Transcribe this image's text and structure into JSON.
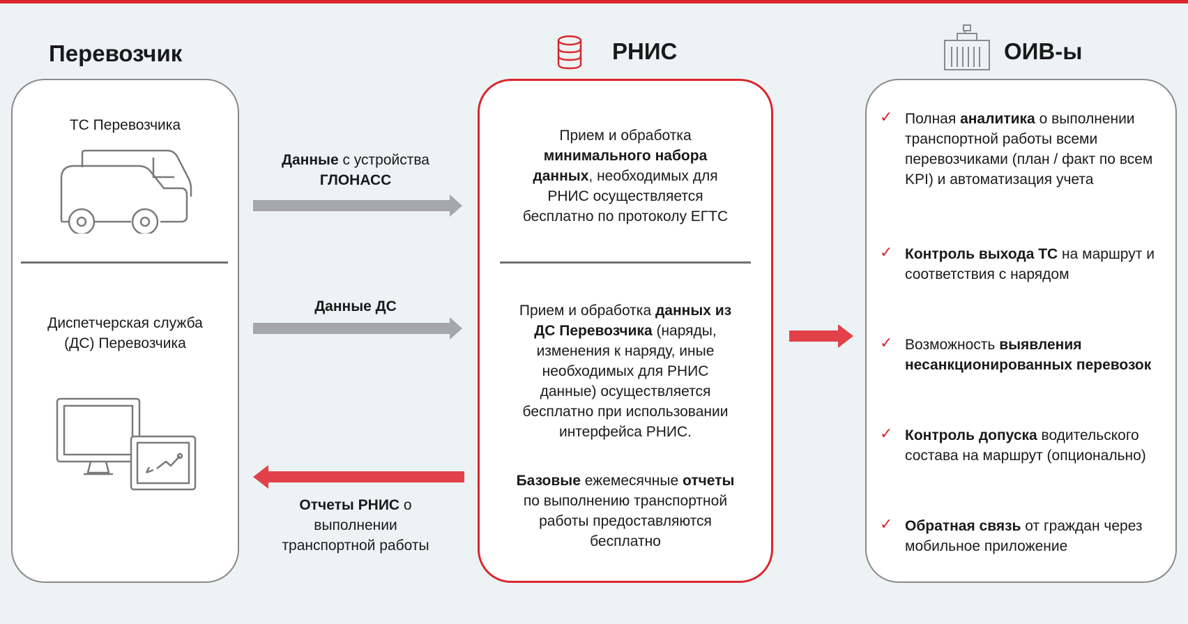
{
  "colors": {
    "accent": "#d9272e",
    "gray": "#8a8a8a",
    "arrow_gray": "#a5a7a8",
    "background": "#edf3f4"
  },
  "carrier": {
    "title": "Перевозчик",
    "vehicle_label": "ТС Перевозчика",
    "dispatch_label_line1": "Диспетчерская служба",
    "dispatch_label_line2": "(ДС) Перевозчика",
    "vehicle_icon": "van-icon",
    "dispatch_icon": "monitor-tablet-icon"
  },
  "flows": {
    "glonass": {
      "bold": "Данные",
      "rest": " с устройства",
      "bold2": "ГЛОНАСС"
    },
    "ds_data": {
      "bold": "Данные ДС"
    },
    "reports": {
      "bold": "Отчеты РНИС",
      "rest": " о",
      "line2": "выполнении",
      "line3": "транспортной работы"
    }
  },
  "rnis": {
    "title": "РНИС",
    "icon": "database-icon",
    "block1": {
      "l1": "Прием и обработка",
      "l2_bold": "минимального набора",
      "l3_bold": "данных",
      "l3_rest": ", необходимых для",
      "l4": "РНИС осуществляется",
      "l5": "бесплатно по протоколу ЕГТС"
    },
    "block2": {
      "l1": "Прием и обработка ",
      "l1_bold": "данных из",
      "l2_bold": "ДС Перевозчика",
      "l2_rest": " (наряды,",
      "l3": "изменения к наряду, иные",
      "l4": "необходимых для РНИС",
      "l5": "данные) осуществляется",
      "l6": "бесплатно при использовании",
      "l7": "интерфейса РНИС."
    },
    "block3": {
      "l1_bold": "Базовые",
      "l1_rest": " ежемесячные ",
      "l1_bold2": "отчеты",
      "l2": "по выполнению транспортной",
      "l3": "работы предоставляются",
      "l4": "бесплатно"
    }
  },
  "oiv": {
    "title": "ОИВ-ы",
    "icon": "government-building-icon",
    "check_glyph": "✓",
    "items": [
      {
        "pre": "Полная ",
        "bold": "аналитика",
        "post": " о выполнении транспортной работы всеми перевозчиками (план / факт по всем KPI) и автоматизация учета"
      },
      {
        "pre": "",
        "bold": "Контроль выхода ТС",
        "post": " на маршрут и соответствия с нарядом"
      },
      {
        "pre": "Возможность ",
        "bold": "выявления несанкционированных перевозок",
        "post": ""
      },
      {
        "pre": "",
        "bold": "Контроль допуска",
        "post": " водительского состава на маршрут (опционально)"
      },
      {
        "pre": "",
        "bold": "Обратная связь",
        "post": " от граждан через мобильное приложение"
      }
    ]
  }
}
